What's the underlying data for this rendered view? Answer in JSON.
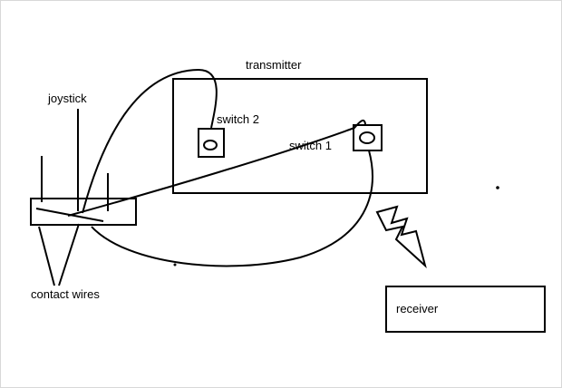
{
  "diagram": {
    "labels": {
      "transmitter": "transmitter",
      "joystick": "joystick",
      "switch2": "switch 2",
      "switch1": "switch 1",
      "contact_wires": "contact wires",
      "receiver": "receiver"
    },
    "colors": {
      "stroke": "#000000",
      "background": "#ffffff"
    }
  }
}
